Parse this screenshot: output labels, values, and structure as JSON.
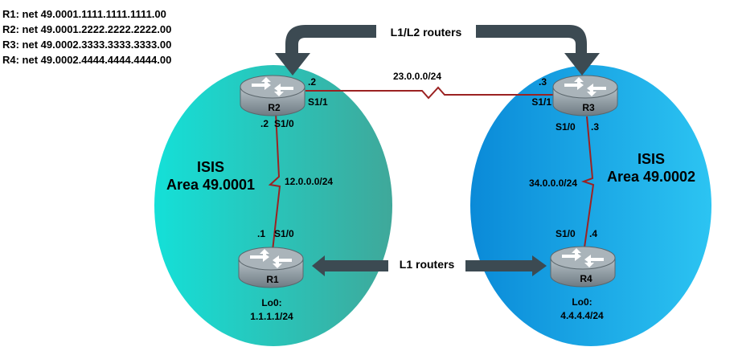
{
  "net_lines": [
    "R1: net 49.0001.1111.1111.1111.00",
    "R2: net 49.0001.2222.2222.2222.00",
    "R3: net 49.0002.3333.3333.3333.00",
    "R4: net 49.0002.4444.4444.4444.00"
  ],
  "banners": {
    "l1l2": "L1/L2 routers",
    "l1": "L1 routers"
  },
  "areas": {
    "left": {
      "line1": "ISIS",
      "line2": "Area 49.0001",
      "color_light": "#14e0d8",
      "color_dark": "#3fa89a"
    },
    "right": {
      "line1": "ISIS",
      "line2": "Area 49.0002",
      "color_light": "#0a8ad8",
      "color_dark": "#2cc4f2"
    }
  },
  "routers": {
    "r1": {
      "name": "R1",
      "lo_label": "Lo0:",
      "lo_net": "1.1.1.1/24"
    },
    "r2": {
      "name": "R2"
    },
    "r3": {
      "name": "R3"
    },
    "r4": {
      "name": "R4",
      "lo_label": "Lo0:",
      "lo_net": "4.4.4.4/24"
    }
  },
  "links": {
    "r2_r3": {
      "net": "23.0.0.0/24",
      "r2_if": "S1/1",
      "r2_host": ".2",
      "r3_if": "S1/1",
      "r3_host": ".3"
    },
    "r1_r2": {
      "net": "12.0.0.0/24",
      "r2_if": "S1/0",
      "r2_host": ".2",
      "r1_if": "S1/0",
      "r1_host": ".1"
    },
    "r3_r4": {
      "net": "34.0.0.0/24",
      "r3_if": "S1/0",
      "r3_host": ".3",
      "r4_if": "S1/0",
      "r4_host": ".4"
    }
  },
  "colors": {
    "link": "#9b2222",
    "arrow": "#3c4a52",
    "router_body": "#8d9aa2"
  }
}
